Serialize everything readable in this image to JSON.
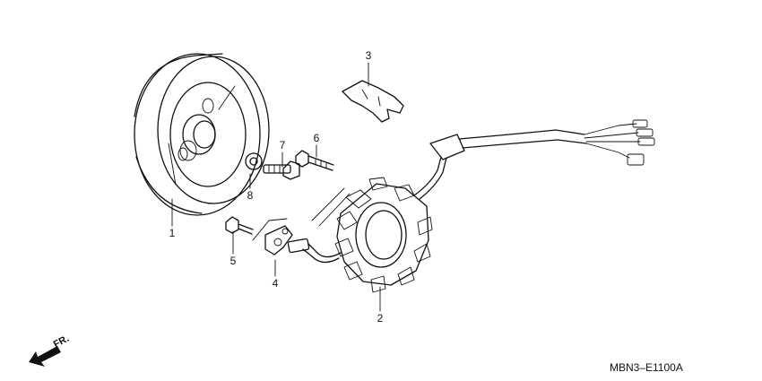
{
  "callouts": [
    {
      "number": "1",
      "part": "flywheel"
    },
    {
      "number": "2",
      "part": "stator"
    },
    {
      "number": "3",
      "part": "wire clamp"
    },
    {
      "number": "4",
      "part": "pulse generator bracket"
    },
    {
      "number": "5",
      "part": "bolt"
    },
    {
      "number": "6",
      "part": "bolt"
    },
    {
      "number": "7",
      "part": "bolt"
    },
    {
      "number": "8",
      "part": "washer"
    }
  ],
  "direction_label": "FR.",
  "diagram_code": "MBN3–E1100A"
}
